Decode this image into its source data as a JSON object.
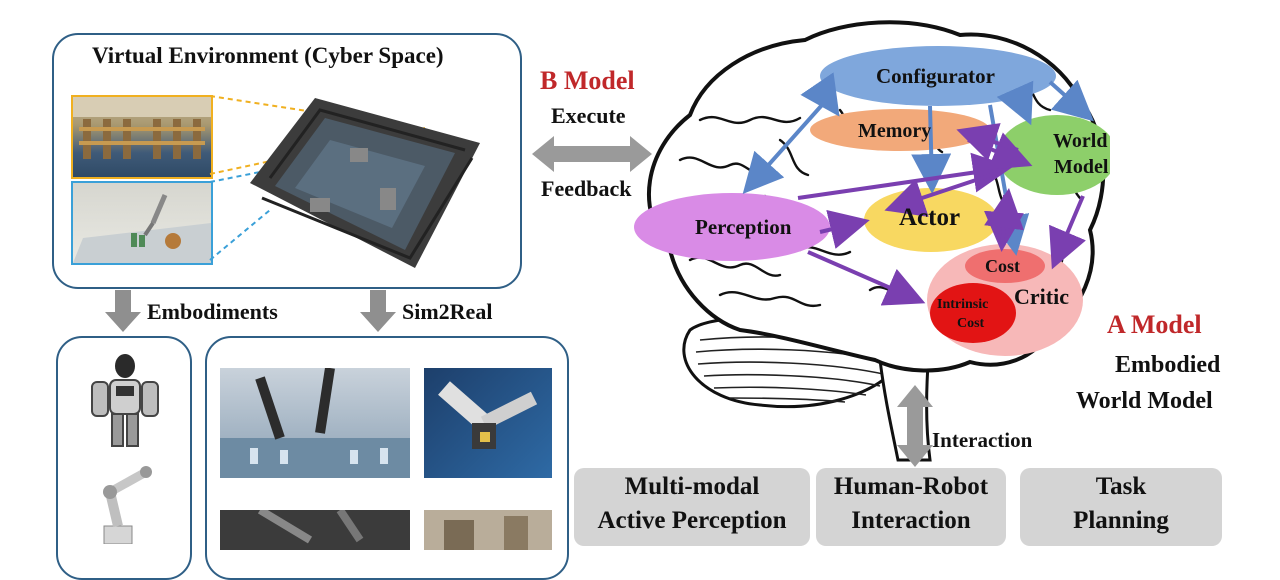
{
  "virtual_env": {
    "title": "Virtual Environment (Cyber Space)"
  },
  "left_arrows": {
    "embodiments": "Embodiments",
    "sim2real": "Sim2Real"
  },
  "b_model": {
    "title": "B Model",
    "execute": "Execute",
    "feedback": "Feedback"
  },
  "brain": {
    "configurator": "Configurator",
    "memory": "Memory",
    "world_model_1": "World",
    "world_model_2": "Model",
    "perception": "Perception",
    "actor": "Actor",
    "cost": "Cost",
    "critic": "Critic",
    "intrinsic_1": "Intrinsic",
    "intrinsic_2": "Cost"
  },
  "a_model": {
    "title": "A Model",
    "sub1": "Embodied",
    "sub2": "World Model"
  },
  "interaction": "Interaction",
  "tasks": [
    {
      "line1": "Multi-modal",
      "line2": "Active Perception"
    },
    {
      "line1": "Human-Robot",
      "line2": "Interaction"
    },
    {
      "line1": "Task",
      "line2": "Planning"
    }
  ],
  "colors": {
    "panel_border": "#2f5f86",
    "b_model_red": "#c0282a",
    "a_model_red": "#c0282a",
    "configurator": "#7fa7dc",
    "memory": "#f2a97a",
    "world_model": "#8dcf6a",
    "perception": "#d98be6",
    "actor": "#f8d861",
    "critic": "#f7b8b8",
    "cost": "#ef6f6f",
    "intrinsic": "#e21414",
    "blue_arrow": "#5b86c8",
    "purple_arrow": "#7a3fb0"
  }
}
